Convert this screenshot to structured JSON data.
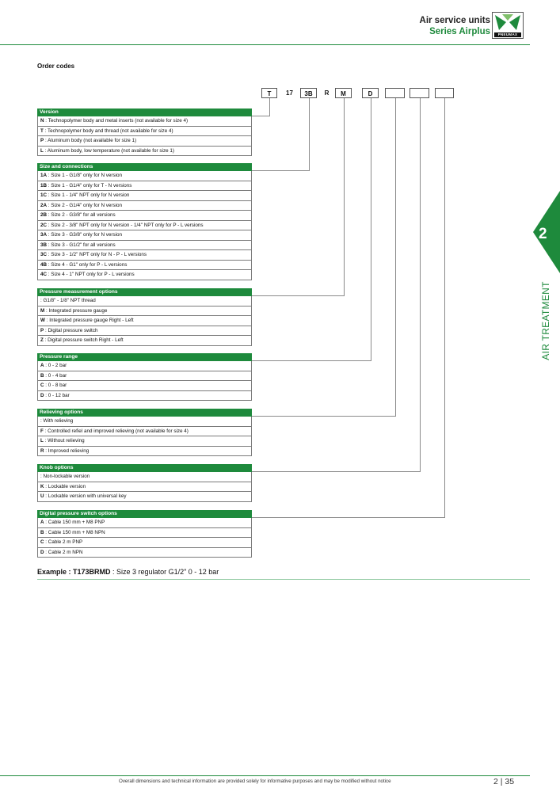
{
  "header": {
    "title": "Air service units",
    "subtitle": "Series Airplus",
    "logo_text": "PNEUMAX"
  },
  "section_title": "Order codes",
  "code_boxes": [
    "T",
    "17",
    "3B",
    "R",
    "M",
    "D",
    "",
    "",
    ""
  ],
  "groups": [
    {
      "title": "Version",
      "rows": [
        {
          "code": "N",
          "text": " : Technopolymer body and metal inserts (not available for size 4)"
        },
        {
          "code": "T",
          "text": " : Technopolymer body and thread (not available for size 4)"
        },
        {
          "code": "P",
          "text": " : Aluminum body (not available for size 1)"
        },
        {
          "code": "L",
          "text": " : Aluminum body, low temperature (not available for size 1)"
        }
      ]
    },
    {
      "title": "Size and connections",
      "rows": [
        {
          "code": "1A",
          "text": " : Size 1 - G1/8\" only for N version"
        },
        {
          "code": "1B",
          "text": " : Size 1 - G1/4\" only for T - N versions"
        },
        {
          "code": "1C",
          "text": " : Size 1 - 1/4\" NPT only for N version"
        },
        {
          "code": "2A",
          "text": " : Size 2 - G1/4\" only for N version"
        },
        {
          "code": "2B",
          "text": " : Size 2 - G3/8\" for all versions"
        },
        {
          "code": "2C",
          "text": " : Size 2 - 3/8\" NPT only for N version - 1/4\" NPT only for P - L versions"
        },
        {
          "code": "3A",
          "text": " : Size 3 - G3/8\" only for N version"
        },
        {
          "code": "3B",
          "text": " : Size 3 - G1/2\" for all versions"
        },
        {
          "code": "3C",
          "text": " : Size 3 - 1/2\" NPT only for N - P - L versions"
        },
        {
          "code": "4B",
          "text": " : Size 4 - G1\" only for P - L versions"
        },
        {
          "code": "4C",
          "text": " : Size 4 - 1\" NPT only for P - L versions"
        }
      ]
    },
    {
      "title": "Pressure measurement options",
      "rows": [
        {
          "code": "",
          "text": "   : G1/8\" - 1/8\" NPT thread"
        },
        {
          "code": "M",
          "text": " : Integrated pressure gauge"
        },
        {
          "code": "W",
          "text": " : Integrated pressure gauge Right - Left"
        },
        {
          "code": "P",
          "text": " : Digital pressure switch"
        },
        {
          "code": "Z",
          "text": " : Digital pressure switch Right - Left"
        }
      ]
    },
    {
      "title": "Pressure range",
      "rows": [
        {
          "code": "A",
          "text": " : 0 - 2 bar"
        },
        {
          "code": "B",
          "text": " : 0 - 4 bar"
        },
        {
          "code": "C",
          "text": " : 0 - 8 bar"
        },
        {
          "code": "D",
          "text": " : 0 - 12 bar"
        }
      ]
    },
    {
      "title": "Relieving options",
      "rows": [
        {
          "code": "",
          "text": "   : With relieving"
        },
        {
          "code": "F",
          "text": " : Controlled refiel and improved relieving (not available for size 4)"
        },
        {
          "code": "L",
          "text": " : Without relieving"
        },
        {
          "code": "R",
          "text": " : Improved relieving"
        }
      ]
    },
    {
      "title": "Knob options",
      "rows": [
        {
          "code": "",
          "text": "   : Non-lockable version"
        },
        {
          "code": "K",
          "text": " : Lockable version"
        },
        {
          "code": "U",
          "text": " : Lockable version with universal key"
        }
      ]
    },
    {
      "title": "Digital pressure switch options",
      "rows": [
        {
          "code": "A",
          "text": " : Cable 150 mm + M8 PNP"
        },
        {
          "code": "B",
          "text": " : Cable 150 mm + M8 NPN"
        },
        {
          "code": "C",
          "text": " : Cable 2 m PNP"
        },
        {
          "code": "D",
          "text": " : Cable 2 m NPN"
        }
      ]
    }
  ],
  "example": {
    "label": "Example : T173BRMD",
    "text": " : Size 3 regulator G1/2\" 0 - 12 bar"
  },
  "side_tab": {
    "number": "2",
    "label": "AIR TREATMENT"
  },
  "footer": {
    "note": "Overall dimensions and technical information are provided solely for informative purposes and may be modified without notice",
    "page": "2 | 35"
  },
  "colors": {
    "brand_green": "#1e8a3c"
  }
}
